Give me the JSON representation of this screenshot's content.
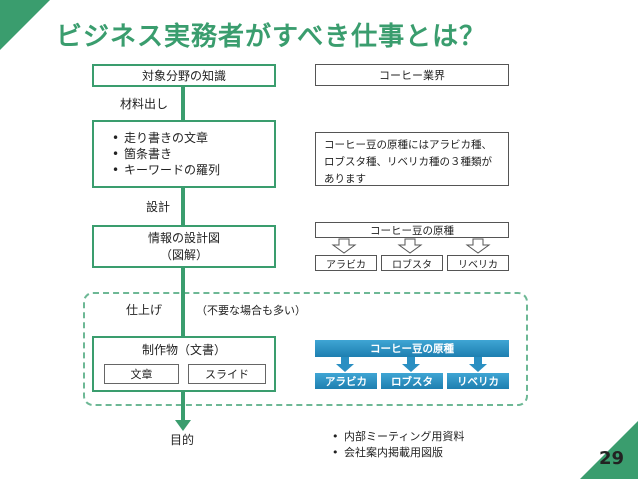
{
  "title": "ビジネス実務者がすべき仕事とは？",
  "page_number": "29",
  "flow": {
    "box1": "対象分野の知識",
    "label1": "材料出し",
    "box2_items": [
      "走り書きの文章",
      "箇条書き",
      "キーワードの羅列"
    ],
    "label2": "設計",
    "box3_line1": "情報の設計図",
    "box3_line2": "（図解）",
    "label3": "仕上げ",
    "label3_note": "（不要な場合も多い）",
    "box4": "制作物（文書）",
    "box4_sub": [
      "文章",
      "スライド"
    ],
    "goal": "目的"
  },
  "right": {
    "industry": "コーヒー業界",
    "note": "コーヒー豆の原種にはアラビカ種、ロブスタ種、リベリカ種の３種類があります",
    "diagram_header": "コーヒー豆の原種",
    "diagram_items": [
      "アラビカ",
      "ロブスタ",
      "リベリカ"
    ],
    "final_header": "コーヒー豆の原種",
    "final_items": [
      "アラビカ",
      "ロブスタ",
      "リベリカ"
    ],
    "goal_items": [
      "内部ミーティング用資料",
      "会社案内掲載用図版"
    ]
  }
}
